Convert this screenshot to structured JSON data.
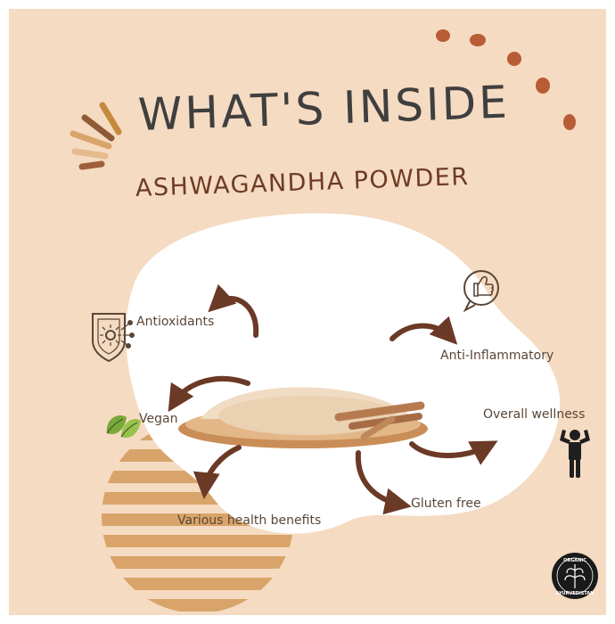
{
  "colors": {
    "background": "#f5dbc2",
    "blob": "#ffffff",
    "title": "#3f3f3f",
    "subtitle": "#6e3b26",
    "arrow": "#6b3a26",
    "accent_dots": "#b85c35",
    "stripes": "#d9a46a",
    "label": "#5a4637"
  },
  "header": {
    "title": "WHAT'S INSIDE",
    "subtitle": "ASHWAGANDHA POWDER"
  },
  "benefits": {
    "antioxidants": "Antioxidants",
    "anti_inflammatory": "Anti-Inflammatory",
    "vegan": "Vegan",
    "overall_wellness": "Overall wellness",
    "health_benefits": "Various health benefits",
    "gluten_free": "Gluten free"
  },
  "icons": {
    "antioxidants": "shield-virus-icon",
    "anti_inflammatory": "thumbs-up-speech-bubble-icon",
    "vegan": "leaf-icon",
    "overall_wellness": "person-flexing-icon",
    "brand": "organic-ayurvedistan-logo"
  },
  "brand_logo": {
    "top": "ORGANIC",
    "bottom": "AYURVEDISTAN"
  }
}
